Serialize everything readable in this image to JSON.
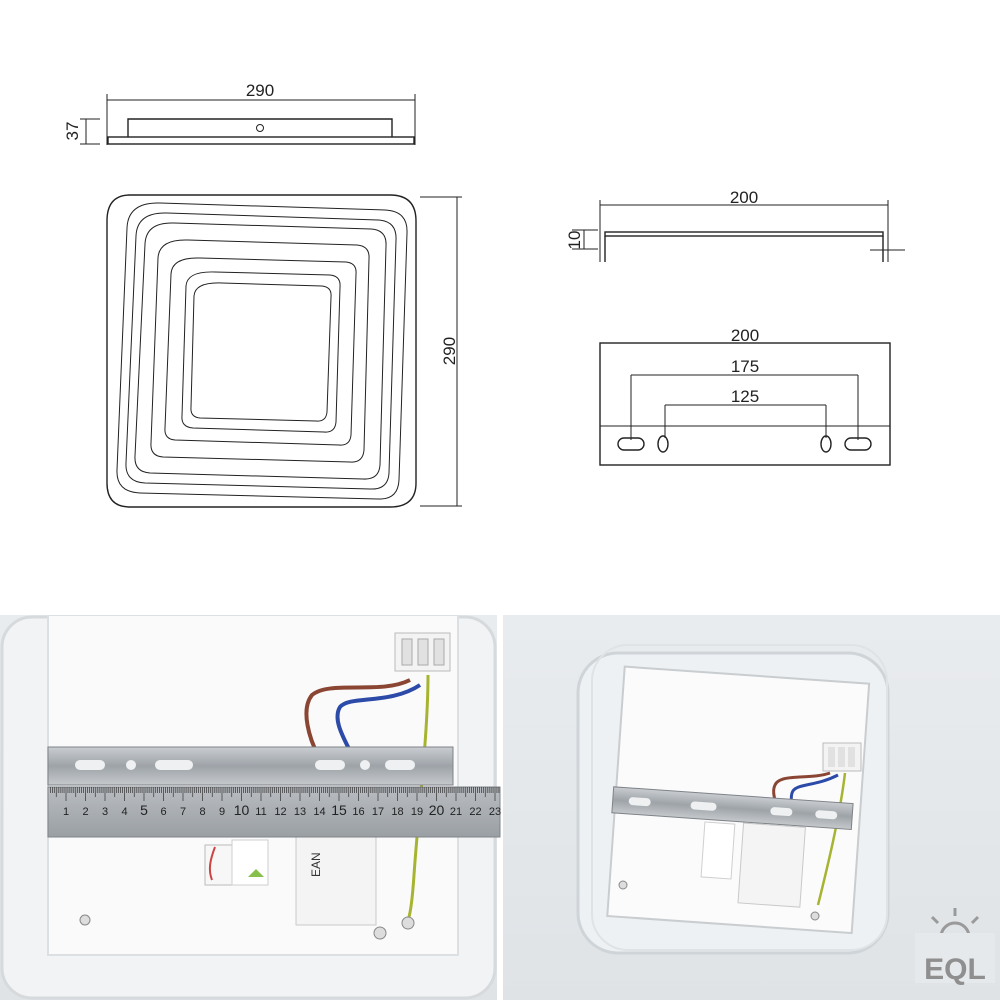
{
  "drawing": {
    "side_view_width": "290",
    "side_view_height": "37",
    "top_view_height": "290",
    "bracket_side_width": "200",
    "bracket_side_height": "10",
    "bracket_front_width": "200",
    "bracket_hole_spacing_outer": "175",
    "bracket_hole_spacing_inner": "125"
  },
  "ruler": {
    "labels": [
      "1",
      "2",
      "3",
      "4",
      "5",
      "6",
      "7",
      "8",
      "9",
      "10",
      "11",
      "12",
      "13",
      "14",
      "15",
      "16",
      "17",
      "18",
      "19",
      "20",
      "21",
      "22",
      "23"
    ]
  },
  "photo_labels": {
    "ean": "EAN"
  },
  "logo": {
    "text": "EQL"
  }
}
